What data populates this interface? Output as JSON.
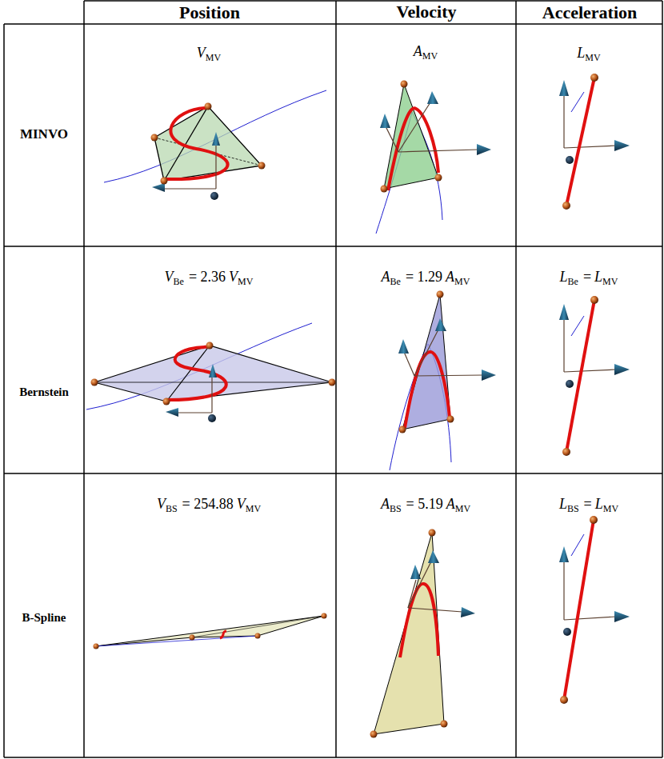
{
  "diagram": {
    "labels": [
      "Position",
      "Velocity",
      "Acceleration",
      "MINVO",
      "Bernstein",
      "B-Spline",
      "V",
      "MV",
      "A",
      "MV",
      "L",
      "MV",
      "V",
      "Be",
      "= 2.36",
      "V",
      "MV",
      "A",
      "Be",
      "= 1.29",
      "A",
      "MV",
      "L",
      "Be",
      "=",
      "L",
      "MV",
      "V",
      "BS",
      "= 254.88",
      "V",
      "MV",
      "A",
      "BS",
      "= 5.19",
      "A",
      "MV",
      "L",
      "BS",
      "=",
      "L",
      "MV"
    ]
  }
}
